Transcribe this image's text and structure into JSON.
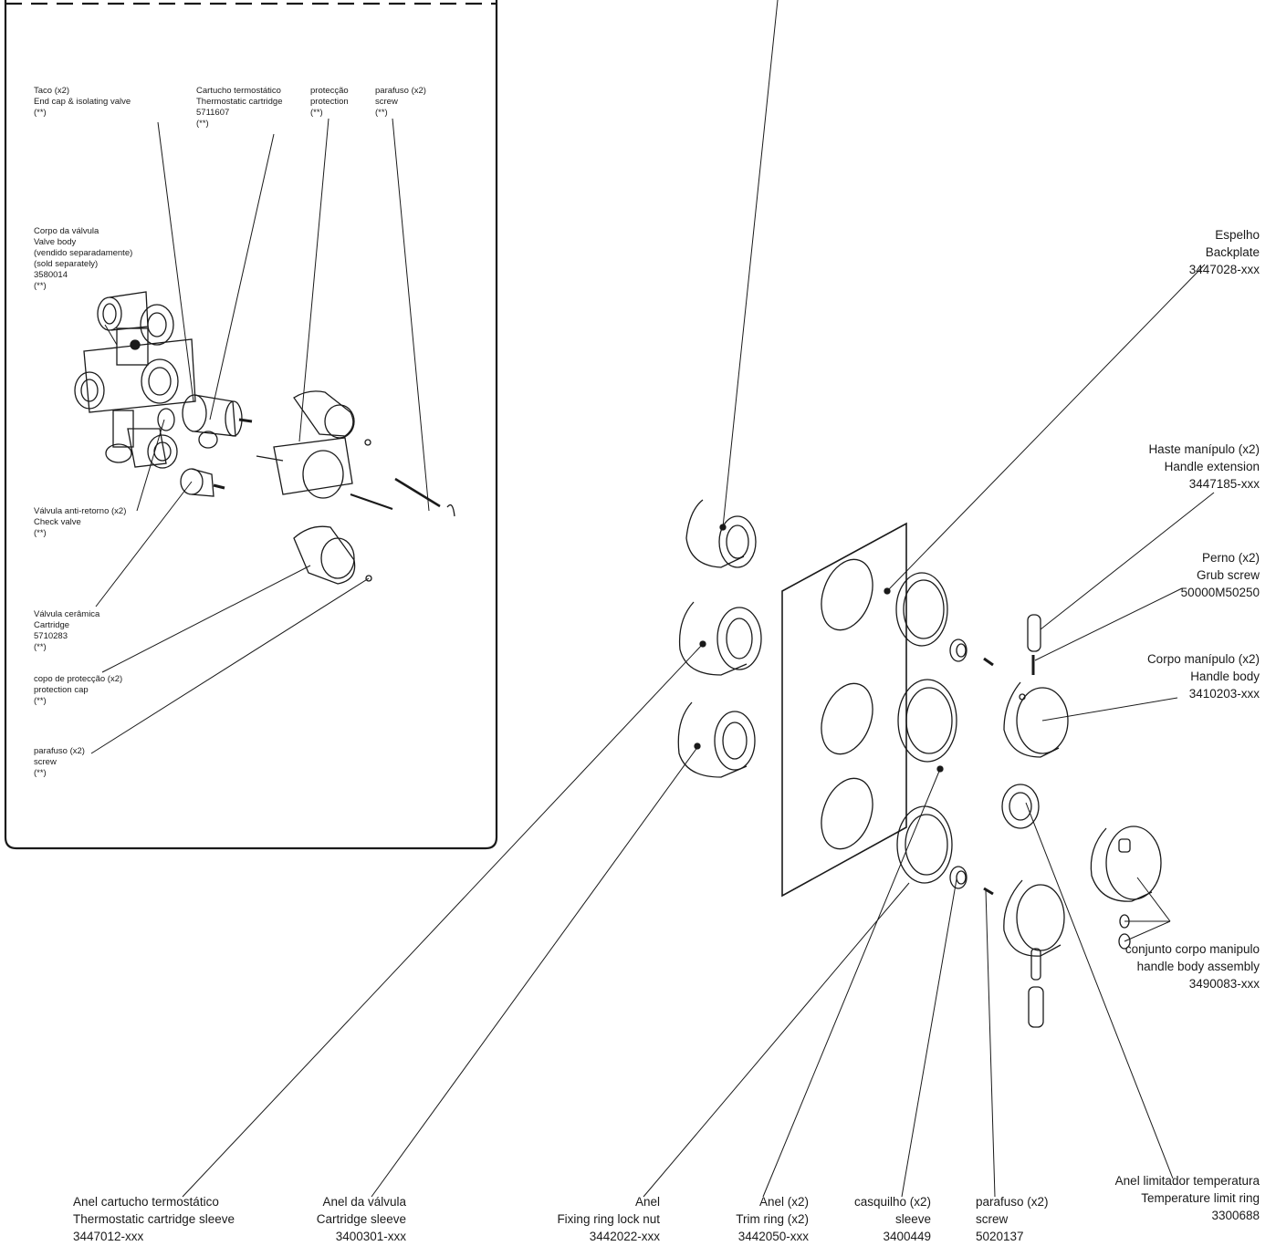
{
  "inset": {
    "labels": {
      "taco": [
        "Taco (x2)",
        "End cap & isolating valve",
        "(**)"
      ],
      "cartucho_termostatico": [
        "Cartucho termostático",
        "Thermostatic cartridge",
        "5711607",
        "(**)"
      ],
      "proteccao": [
        "protecção",
        "protection",
        "(**)"
      ],
      "parafuso_top": [
        "parafuso (x2)",
        "screw",
        "(**)"
      ],
      "corpo_valvula": [
        "Corpo da válvula",
        "Valve body",
        "(vendido separadamente)",
        "(sold separately)",
        "3580014",
        "(**)"
      ],
      "valvula_anti_retorno": [
        "Válvula anti-retorno (x2)",
        "Check valve",
        "(**)"
      ],
      "valvula_ceramica": [
        "Válvula cerâmica",
        "Cartridge",
        "5710283",
        "(**)"
      ],
      "copo_proteccao": [
        "copo de protecção (x2)",
        "protection cap",
        "(**)"
      ],
      "parafuso_bottom": [
        "parafuso (x2)",
        "screw",
        "(**)"
      ]
    }
  },
  "parts": {
    "espelho": [
      "Espelho",
      "Backplate",
      "3447028-xxx"
    ],
    "haste": [
      "Haste manípulo (x2)",
      "Handle extension",
      "3447185-xxx"
    ],
    "perno": [
      "Perno (x2)",
      "Grub screw",
      "50000M50250"
    ],
    "corpo_manipulo": [
      "Corpo manípulo (x2)",
      "Handle body",
      "3410203-xxx"
    ],
    "conjunto": [
      "conjunto corpo manipulo",
      "handle body assembly",
      "3490083-xxx"
    ],
    "anel_limitador": [
      "Anel limitador temperatura",
      "Temperature limit ring",
      "3300688"
    ],
    "parafuso": [
      "parafuso (x2)",
      "screw",
      "5020137"
    ],
    "casquilho": [
      "casquilho (x2)",
      "sleeve",
      "3400449"
    ],
    "anel_trim": [
      "Anel (x2)",
      "Trim ring (x2)",
      "3442050-xxx"
    ],
    "anel_fixing": [
      "Anel",
      "Fixing ring lock nut",
      "3442022-xxx"
    ],
    "anel_valvula": [
      "Anel da válvula",
      "Cartridge sleeve",
      "3400301-xxx"
    ],
    "anel_cartucho": [
      "Anel cartucho termostático",
      "Thermostatic cartridge sleeve",
      "3447012-xxx"
    ]
  },
  "colors": {
    "line": "#1a1a1a",
    "background": "#ffffff"
  }
}
